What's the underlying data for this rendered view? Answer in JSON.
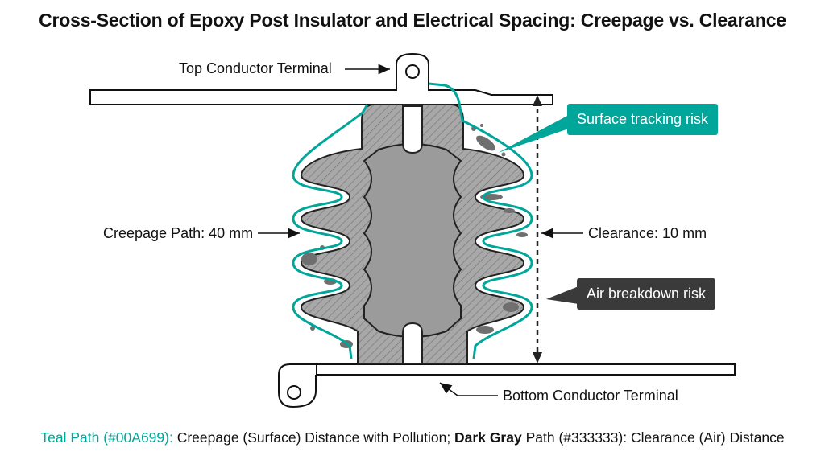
{
  "title": "Cross-Section of Epoxy Post Insulator and Electrical Spacing: Creepage vs. Clearance",
  "labels": {
    "top_terminal": "Top Conductor Terminal",
    "bottom_terminal": "Bottom Conductor Terminal",
    "creepage": "Creepage Path: 40 mm",
    "clearance": "Clearance: 10 mm"
  },
  "callouts": {
    "surface_tracking": "Surface tracking risk",
    "air_breakdown": "Air breakdown risk"
  },
  "caption": {
    "teal_part": "Teal Path (#00A699):",
    "teal_desc": " Creepage (Surface) Distance with Pollution; ",
    "gray_bold": "Dark Gray",
    "gray_desc": " Path (#333333): Clearance (Air) Distance"
  },
  "colors": {
    "creepage": "#00A699",
    "clearance": "#333333",
    "epoxy": "#9a9a9a",
    "pollution": "#6f6f6f"
  }
}
